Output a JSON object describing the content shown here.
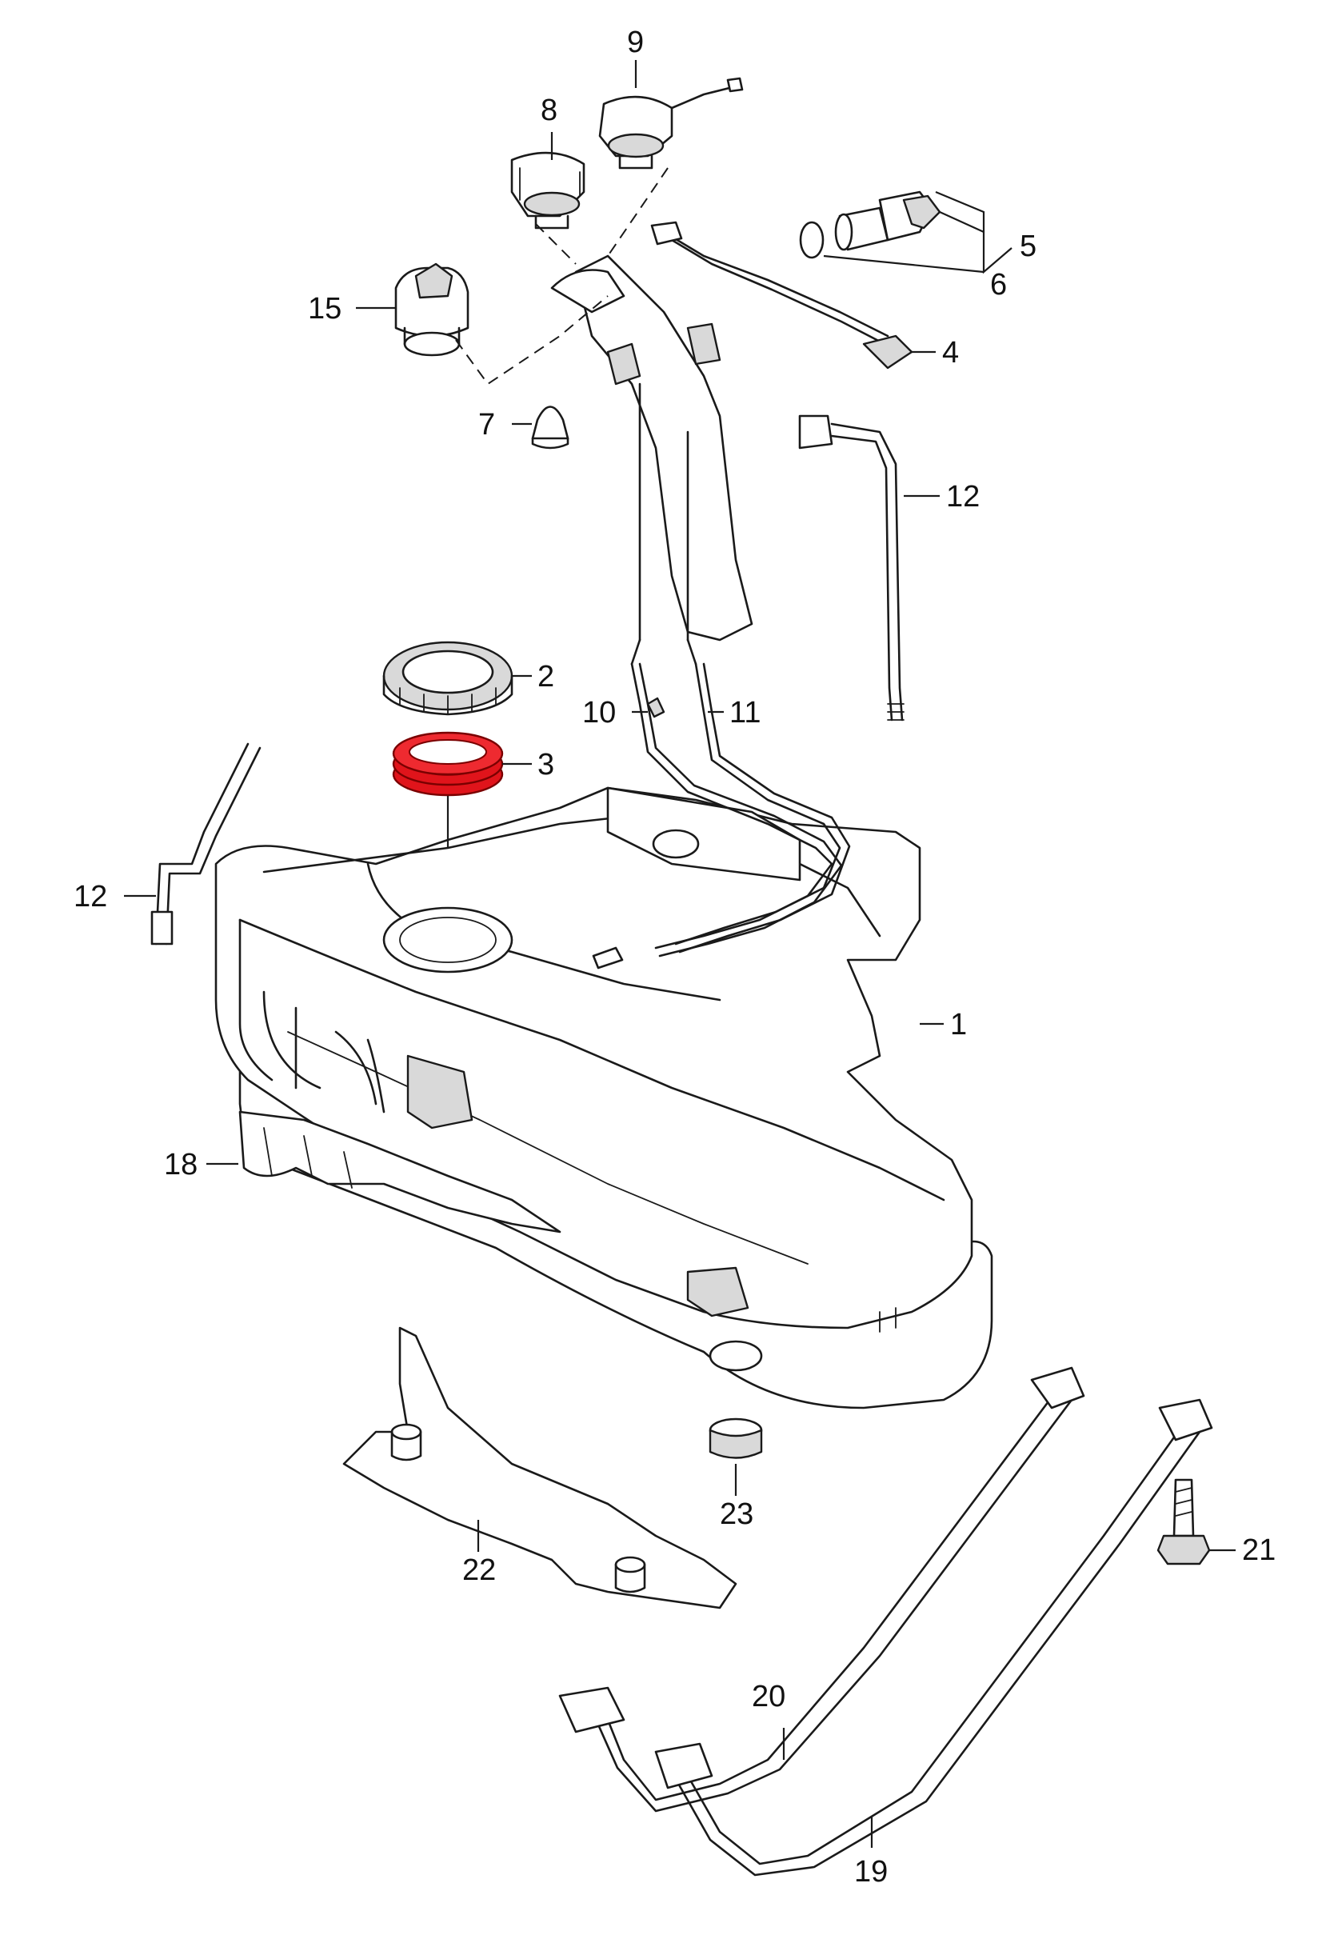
{
  "highlight_color": "#e0141b",
  "callouts": [
    {
      "id": "1",
      "label": "1"
    },
    {
      "id": "2",
      "label": "2"
    },
    {
      "id": "3",
      "label": "3",
      "highlighted": true
    },
    {
      "id": "4",
      "label": "4"
    },
    {
      "id": "5",
      "label": "5"
    },
    {
      "id": "6",
      "label": "6"
    },
    {
      "id": "7",
      "label": "7"
    },
    {
      "id": "8",
      "label": "8"
    },
    {
      "id": "9",
      "label": "9"
    },
    {
      "id": "10",
      "label": "10"
    },
    {
      "id": "11",
      "label": "11"
    },
    {
      "id": "12a",
      "label": "12"
    },
    {
      "id": "12b",
      "label": "12"
    },
    {
      "id": "15",
      "label": "15"
    },
    {
      "id": "18",
      "label": "18"
    },
    {
      "id": "19",
      "label": "19"
    },
    {
      "id": "20",
      "label": "20"
    },
    {
      "id": "21",
      "label": "21"
    },
    {
      "id": "22",
      "label": "22"
    },
    {
      "id": "23",
      "label": "23"
    }
  ]
}
